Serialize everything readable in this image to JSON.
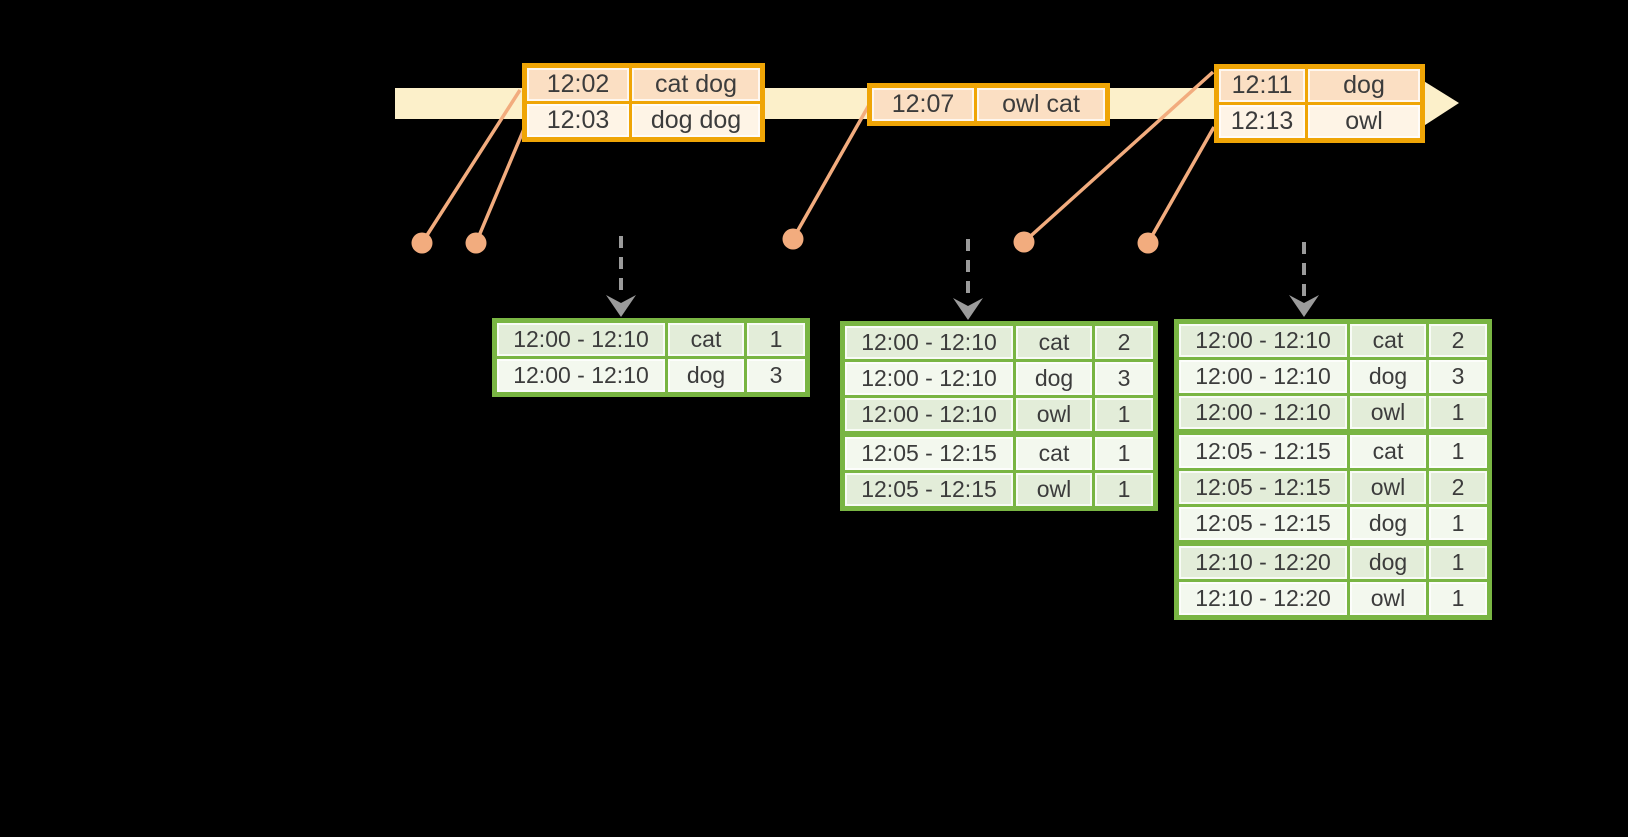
{
  "colors": {
    "background": "#000000",
    "timeline_band": "#FCF0CA",
    "event_table_border": "#EFA506",
    "event_row_dark": "#FBDFC3",
    "event_row_light": "#FEF4E6",
    "event_marker_and_connector": "#F2AC7E",
    "trigger_arrow": "#9B9B9B",
    "result_table_border": "#79B543",
    "result_row_dark": "#E3EDD9",
    "result_row_light": "#F3F8EE",
    "text": "#3C3C3C"
  },
  "icons": {
    "timeline_arrowhead": "right-arrow",
    "trigger_arrowhead": "down-chevron",
    "event_marker": "filled-circle"
  },
  "event_tables": [
    {
      "rows": [
        [
          "12:02",
          "cat dog"
        ],
        [
          "12:03",
          "dog dog"
        ]
      ],
      "group_starts": []
    },
    {
      "rows": [
        [
          "12:07",
          "owl cat"
        ]
      ],
      "group_starts": []
    },
    {
      "rows": [
        [
          "12:11",
          "dog"
        ],
        [
          "12:13",
          "owl"
        ]
      ],
      "group_starts": []
    }
  ],
  "result_tables": [
    {
      "rows": [
        [
          "12:00 - 12:10",
          "cat",
          "1"
        ],
        [
          "12:00 - 12:10",
          "dog",
          "3"
        ]
      ],
      "group_starts": []
    },
    {
      "rows": [
        [
          "12:00 - 12:10",
          "cat",
          "2"
        ],
        [
          "12:00 - 12:10",
          "dog",
          "3"
        ],
        [
          "12:00 - 12:10",
          "owl",
          "1"
        ],
        [
          "12:05 - 12:15",
          "cat",
          "1"
        ],
        [
          "12:05 - 12:15",
          "owl",
          "1"
        ]
      ],
      "group_starts": [
        3
      ]
    },
    {
      "rows": [
        [
          "12:00 - 12:10",
          "cat",
          "2"
        ],
        [
          "12:00 - 12:10",
          "dog",
          "3"
        ],
        [
          "12:00 - 12:10",
          "owl",
          "1"
        ],
        [
          "12:05 - 12:15",
          "cat",
          "1"
        ],
        [
          "12:05 - 12:15",
          "owl",
          "2"
        ],
        [
          "12:05 - 12:15",
          "dog",
          "1"
        ],
        [
          "12:10 - 12:20",
          "dog",
          "1"
        ],
        [
          "12:10 - 12:20",
          "owl",
          "1"
        ]
      ],
      "group_starts": [
        3,
        6
      ]
    }
  ]
}
